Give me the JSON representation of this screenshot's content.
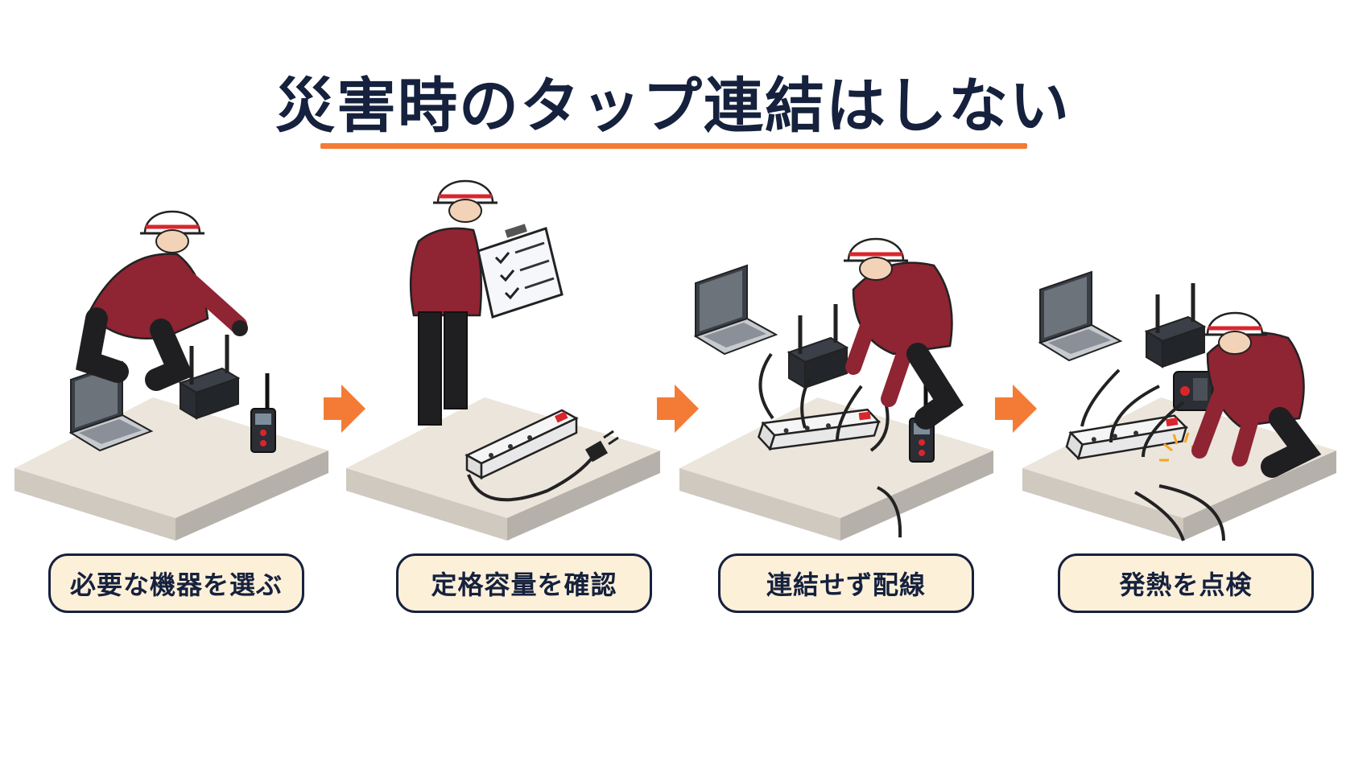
{
  "title": "災害時のタップ連結はしない",
  "colors": {
    "title_text": "#15213d",
    "underline": "#f47b35",
    "arrow": "#f47b35",
    "label_fill": "#fdf0d9",
    "label_border": "#15213d",
    "uniform": "#8f2433",
    "helmet": "#ffffff",
    "helmet_stripe": "#d8262c",
    "platform_top": "#ebe5db",
    "platform_side": "#b5b0a9"
  },
  "steps": [
    {
      "label": "必要な機器を選ぶ",
      "icons": [
        "worker-kneeling-icon",
        "laptop-icon",
        "router-icon",
        "radio-icon"
      ]
    },
    {
      "label": "定格容量を確認",
      "icons": [
        "worker-standing-icon",
        "clipboard-checklist-icon",
        "power-strip-icon",
        "plug-icon"
      ]
    },
    {
      "label": "連結せず配線",
      "icons": [
        "worker-kneeling-icon",
        "laptop-icon",
        "router-icon",
        "power-strip-icon",
        "radio-icon"
      ]
    },
    {
      "label": "発熱を点検",
      "icons": [
        "worker-kneeling-icon",
        "laptop-icon",
        "router-icon",
        "radio-icon",
        "power-strip-icon",
        "heat-spark-icon"
      ]
    }
  ]
}
